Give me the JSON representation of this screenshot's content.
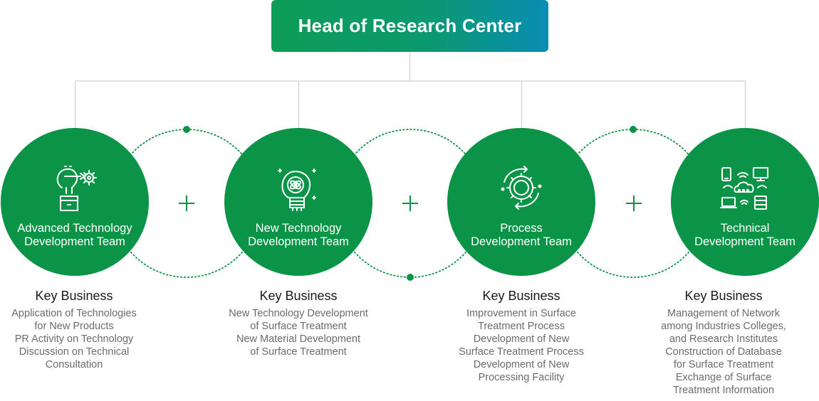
{
  "head": {
    "title": "Head of Research Center"
  },
  "colors": {
    "primary_green": "#0b9447",
    "gradient_end": "#0a8db5",
    "line_gray": "#cccccc"
  },
  "teams": [
    {
      "name_lines": [
        "Advanced Technology",
        "Development Team"
      ],
      "icon": "lightbulb-gear-box-icon",
      "key_business_title": "Key Business",
      "key_business_lines": [
        "Application of Technologies",
        "for New Products",
        "PR Activity on Technology",
        "Discussion on Technical",
        "Consultation"
      ]
    },
    {
      "name_lines": [
        "New Technology",
        "Development Team"
      ],
      "icon": "lightbulb-atom-icon",
      "key_business_title": "Key Business",
      "key_business_lines": [
        "New Technology Development",
        "of Surface Treatment",
        "New Material Development",
        "of Surface Treatment"
      ]
    },
    {
      "name_lines": [
        "Process",
        "Development Team"
      ],
      "icon": "gear-cycle-icon",
      "key_business_title": "Key Business",
      "key_business_lines": [
        "Improvement in Surface",
        "Treatment Process",
        "Development of New",
        "Surface Treatment Process",
        "Development of New",
        "Processing Facility"
      ]
    },
    {
      "name_lines": [
        "Technical",
        "Development Team"
      ],
      "icon": "network-devices-icon",
      "key_business_title": "Key Business",
      "key_business_lines": [
        "Management of Network",
        "among Industries Colleges,",
        "and Research Institutes",
        "Construction of Database",
        "for Surface Treatment",
        "Exchange of Surface",
        "Treatment Information"
      ]
    }
  ]
}
